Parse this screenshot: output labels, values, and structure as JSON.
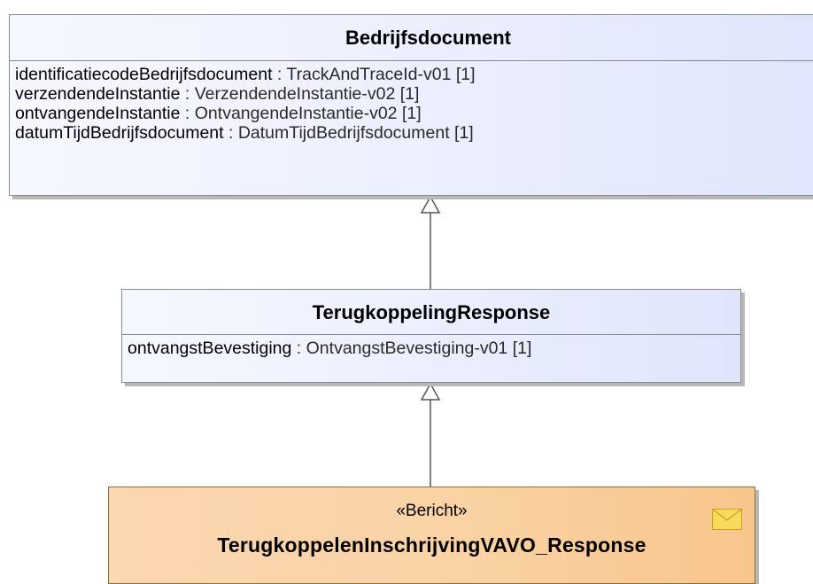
{
  "classes": {
    "bedrijfsdocument": {
      "name": "Bedrijfsdocument",
      "attributes": [
        {
          "name": "identificatiecodeBedrijfsdocument",
          "sep": " : ",
          "type": "TrackAndTraceId-v01 [1]"
        },
        {
          "name": "verzendendeInstantie",
          "sep": " : ",
          "type": "VerzendendeInstantie-v02 [1]"
        },
        {
          "name": "ontvangendeInstantie",
          "sep": " : ",
          "type": "OntvangendeInstantie-v02 [1]"
        },
        {
          "name": "datumTijdBedrijfsdocument",
          "sep": " : ",
          "type": "DatumTijdBedrijfsdocument [1]"
        }
      ]
    },
    "terugkoppelingResponse": {
      "name": "TerugkoppelingResponse",
      "attributes": [
        {
          "name": "ontvangstBevestiging",
          "sep": " : ",
          "type": "OntvangstBevestiging-v01 [1]"
        }
      ]
    },
    "bericht": {
      "stereotype": "«Bericht»",
      "name": "TerugkoppelenInschrijvingVAVO_Response",
      "icon": "envelope-icon"
    }
  },
  "relations": [
    {
      "type": "generalization",
      "from": "terugkoppelingResponse",
      "to": "bedrijfsdocument"
    },
    {
      "type": "generalization",
      "from": "bericht",
      "to": "terugkoppelingResponse"
    }
  ],
  "colors": {
    "class_fill": "#e6eafc",
    "bericht_fill": "#fad3a6",
    "line": "#555555",
    "envelope": "#f5d74a"
  }
}
